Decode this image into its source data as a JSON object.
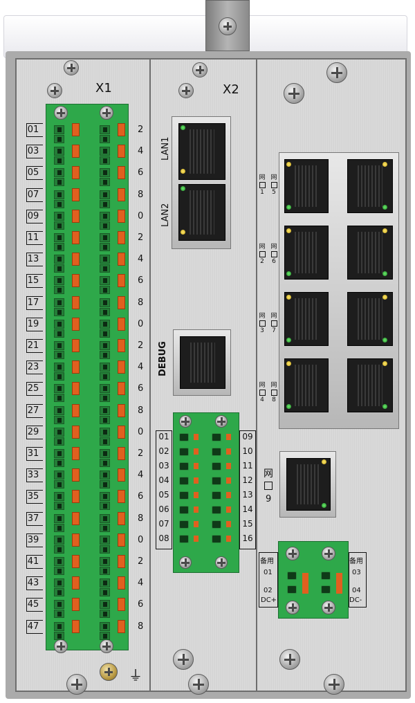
{
  "x1": {
    "title": "X1",
    "left_numbers": [
      "01",
      "03",
      "05",
      "07",
      "09",
      "11",
      "13",
      "15",
      "17",
      "19",
      "21",
      "23",
      "25",
      "27",
      "29",
      "31",
      "33",
      "35",
      "37",
      "39",
      "41",
      "43",
      "45",
      "47"
    ],
    "right_numbers": [
      "2",
      "4",
      "6",
      "8",
      "0",
      "2",
      "4",
      "6",
      "8",
      "0",
      "2",
      "4",
      "6",
      "8",
      "0",
      "2",
      "4",
      "6",
      "8",
      "0",
      "2",
      "4",
      "6",
      "8"
    ],
    "ground_symbol": "⏚"
  },
  "x2": {
    "title": "X2",
    "lan1": "LAN1",
    "lan2": "LAN2",
    "debug": "DEBUG",
    "left_numbers": [
      "01",
      "02",
      "03",
      "04",
      "05",
      "06",
      "07",
      "08"
    ],
    "right_numbers": [
      "09",
      "10",
      "11",
      "12",
      "13",
      "14",
      "15",
      "16"
    ]
  },
  "x3": {
    "net_char": "网",
    "port_left_numbers": [
      "1",
      "2",
      "3",
      "4"
    ],
    "port_right_numbers": [
      "5",
      "6",
      "7",
      "8"
    ],
    "port9_label": "网",
    "port9_number": "9",
    "power": {
      "spare_label": "备用",
      "t01": "01",
      "t02": "02",
      "dc_plus": "DC+",
      "t03": "03",
      "t04": "04",
      "dc_minus": "DC-"
    }
  }
}
